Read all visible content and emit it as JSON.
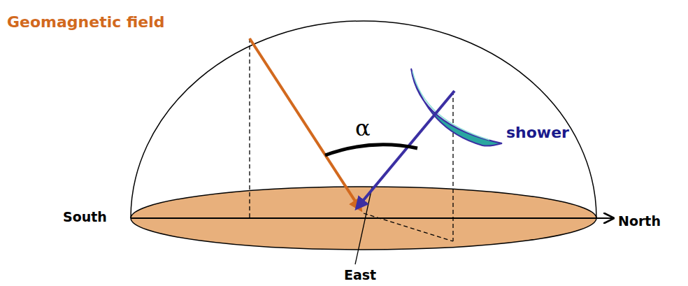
{
  "diagram": {
    "labels": [
      "Geomagnetic field",
      "α",
      "shower",
      "South",
      "North",
      "East"
    ]
  }
}
